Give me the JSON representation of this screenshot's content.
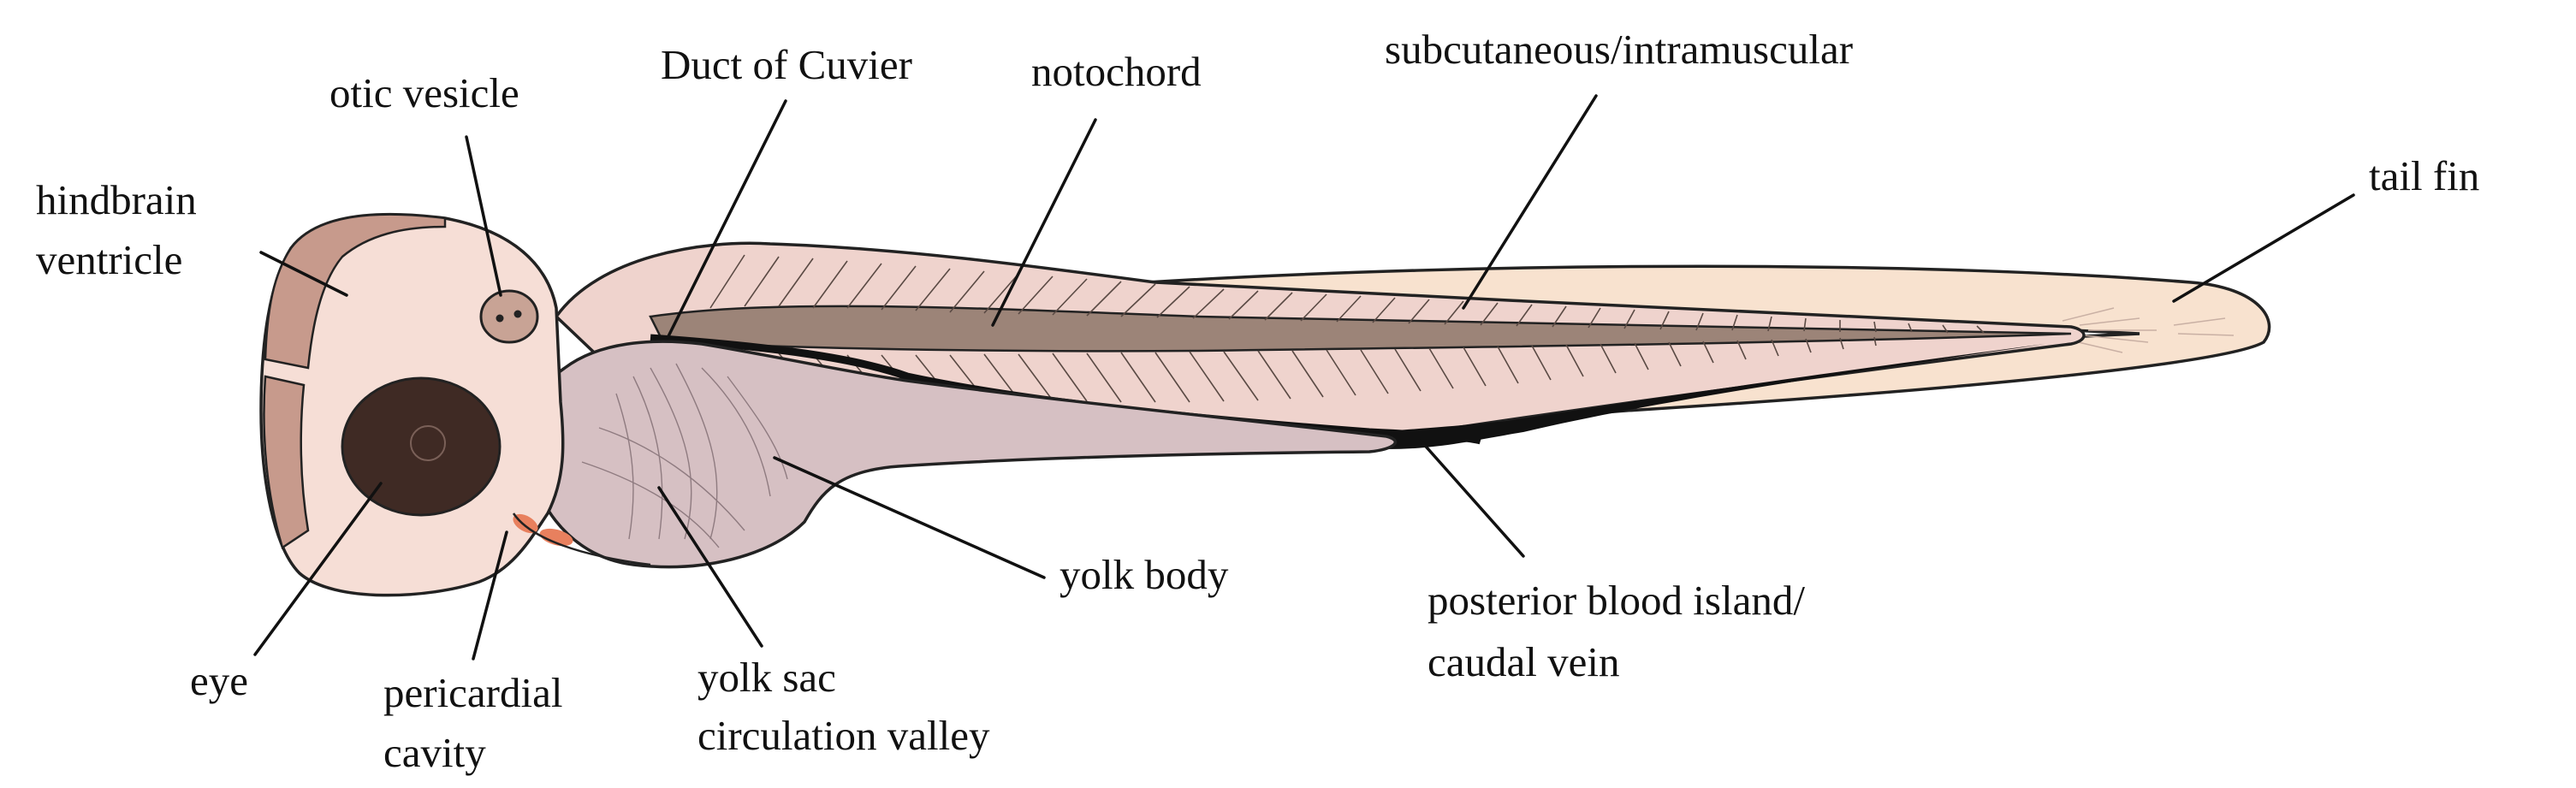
{
  "labels": {
    "otic_vesicle": "otic vesicle",
    "hindbrain_line1": "hindbrain",
    "hindbrain_line2": "ventricle",
    "duct_of_cuvier": "Duct of Cuvier",
    "notochord": "notochord",
    "subcutaneous": "subcutaneous/intramuscular",
    "tail_fin": "tail fin",
    "eye": "eye",
    "pericardial_line1": "pericardial",
    "pericardial_line2": "cavity",
    "yolk_sac_line1": "yolk sac",
    "yolk_sac_line2": "circulation valley",
    "yolk_body": "yolk body",
    "posterior_line1": "posterior blood island/",
    "posterior_line2": "caudal vein"
  },
  "colors": {
    "head_skin": "#f6ded6",
    "hindbrain": "#c79a8c",
    "eye": "#3f2a24",
    "otic_vesicle": "#c8a395",
    "trunk": "#efd3cd",
    "notochord": "#9c8478",
    "yolk": "#d6c0c3",
    "fin": "#f8e2cf",
    "pericardial_spots": "#e8805e",
    "vessel": "#111111"
  }
}
